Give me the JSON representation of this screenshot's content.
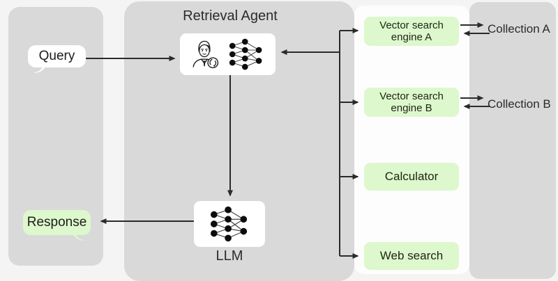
{
  "title": "Retrieval Agent",
  "query": {
    "label": "Query"
  },
  "response": {
    "label": "Response"
  },
  "agent": {
    "icons": [
      {
        "name": "agent-person-sync-icon"
      },
      {
        "name": "neural-network-icon"
      }
    ]
  },
  "llm": {
    "label": "LLM",
    "icon": "neural-network-icon"
  },
  "tools": [
    {
      "line1": "Vector search",
      "line2": "engine A"
    },
    {
      "line1": "Vector search",
      "line2": "engine B"
    },
    {
      "line1": "Calculator",
      "line2": ""
    },
    {
      "line1": "Web search",
      "line2": ""
    }
  ],
  "collections": [
    {
      "label": "Collection A"
    },
    {
      "label": "Collection B"
    }
  ],
  "colors": {
    "background": "#f4f4f4",
    "panel_gray": "#d9d9d9",
    "tools_panel_white": "#fdfdfd",
    "node_white": "#ffffff",
    "tool_green": "#ddf8cc",
    "line": "#2a2a2a",
    "text": "#222222"
  }
}
